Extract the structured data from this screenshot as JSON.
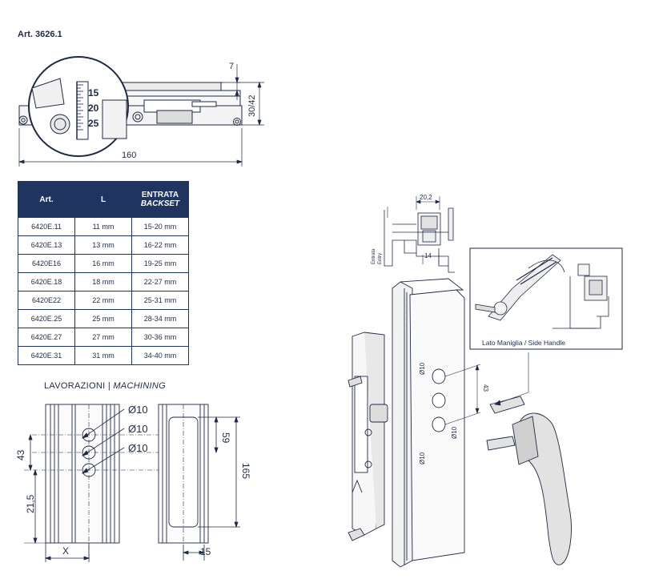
{
  "header": {
    "title": "Art. 3626.1"
  },
  "top_drawing": {
    "dim_length": "160",
    "dim_height": "30/42",
    "dim_top": "7",
    "scale_15": "15",
    "scale_20": "20",
    "scale_25": "25"
  },
  "table": {
    "headers": {
      "art": "Art.",
      "l": "L",
      "entrata": "ENTRATA",
      "backset": "BACKSET"
    },
    "rows": [
      {
        "art": "6420E.11",
        "l": "11 mm",
        "backset": "15-20 mm"
      },
      {
        "art": "6420E.13",
        "l": "13 mm",
        "backset": "16-22 mm"
      },
      {
        "art": "6420E16",
        "l": "16 mm",
        "backset": "19-25 mm"
      },
      {
        "art": "6420E.18",
        "l": "18 mm",
        "backset": "22-27 mm"
      },
      {
        "art": "6420E22",
        "l": "22 mm",
        "backset": "25-31 mm"
      },
      {
        "art": "6420E.25",
        "l": "25 mm",
        "backset": "28-34 mm"
      },
      {
        "art": "6420E.27",
        "l": "27 mm",
        "backset": "30-36 mm"
      },
      {
        "art": "6420E.31",
        "l": "31 mm",
        "backset": "34-40 mm"
      }
    ]
  },
  "machining": {
    "title_it": "LAVORAZIONI",
    "separator": "|",
    "title_en": "MACHINING",
    "dia1": "Ø10",
    "dia2": "Ø10",
    "dia3": "Ø10",
    "dim_43": "43",
    "dim_21_5": "21,5",
    "dim_x": "X",
    "dim_59": "59",
    "dim_165": "165",
    "dim_15": "15"
  },
  "section_drawing": {
    "dim_20_2": "20,2",
    "dim_14": "14",
    "label_entrata": "Entrata",
    "label_entry": "Entry"
  },
  "iso_view": {
    "dia_a": "Ø10",
    "dia_b": "Ø10",
    "dia_c": "Ø10",
    "dim_43": "43",
    "callout": "Lato Maniglia / Side Handle"
  },
  "colors": {
    "navy": "#1f3560",
    "line": "#1e2a44",
    "metal": "#e6e6e6"
  }
}
